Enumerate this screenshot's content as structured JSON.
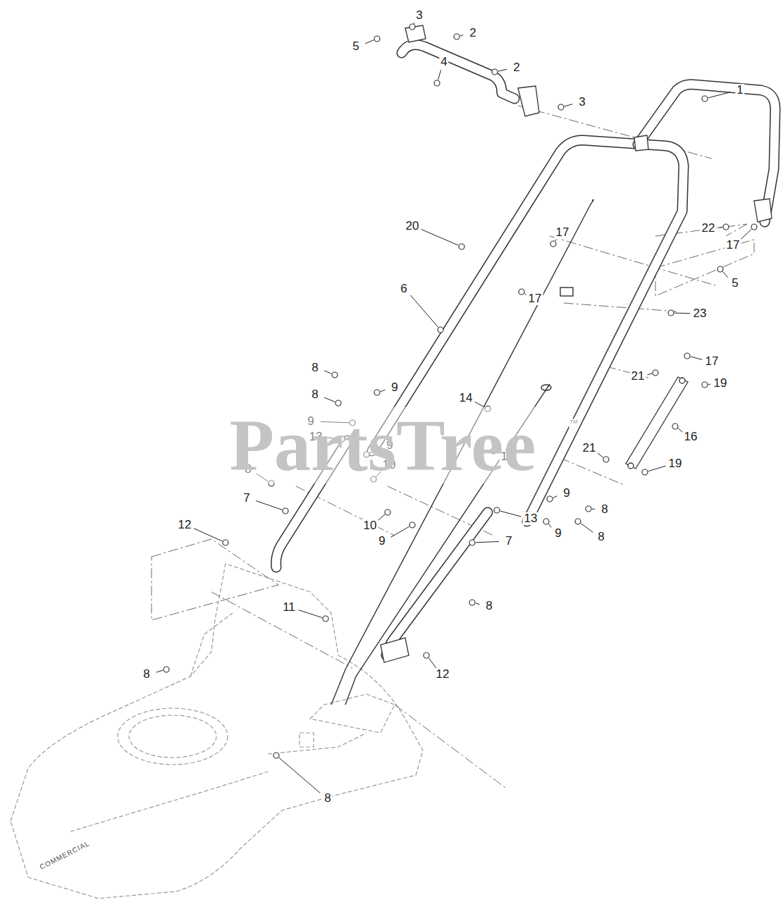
{
  "diagram": {
    "labels": [
      "1",
      "2",
      "3",
      "5",
      "4",
      "2",
      "3",
      "20",
      "17",
      "22",
      "17",
      "17",
      "5",
      "6",
      "23",
      "17",
      "21",
      "19",
      "8",
      "9",
      "8",
      "9",
      "14",
      "13",
      "16",
      "9",
      "15",
      "21",
      "19",
      "10",
      "8",
      "7",
      "9",
      "8",
      "12",
      "10",
      "13",
      "9",
      "9",
      "8",
      "7",
      "8",
      "11",
      "8",
      "12",
      "8",
      "PartsTree",
      "™",
      "COMMERCIAL"
    ]
  }
}
